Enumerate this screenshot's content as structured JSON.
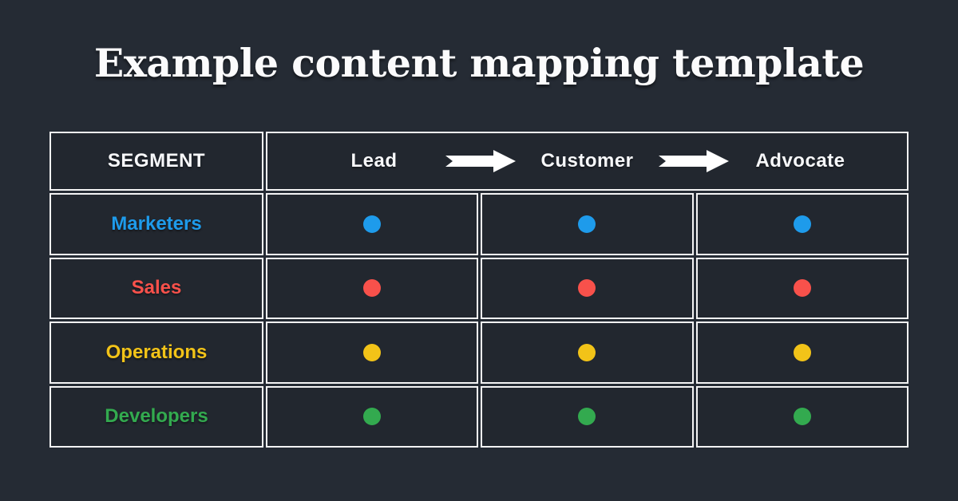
{
  "page": {
    "title": "Example content mapping template",
    "background_color": "#252B34",
    "cell_background_color": "#22272F",
    "table_border_color": "#F3F3F4",
    "title_color": "#FBFBFC"
  },
  "icons": {
    "stage_arrow": "arrow-right",
    "arrow_color": "#FFFFFF"
  },
  "table": {
    "segment_header": "SEGMENT",
    "stages": [
      {
        "label": "Lead"
      },
      {
        "label": "Customer"
      },
      {
        "label": "Advocate"
      }
    ],
    "rows": [
      {
        "segment": "Marketers",
        "color": "#1E9BEB",
        "dots": [
          true,
          true,
          true
        ]
      },
      {
        "segment": "Sales",
        "color": "#F8514B",
        "dots": [
          true,
          true,
          true
        ]
      },
      {
        "segment": "Operations",
        "color": "#F2C318",
        "dots": [
          true,
          true,
          true
        ]
      },
      {
        "segment": "Developers",
        "color": "#33AA4F",
        "dots": [
          true,
          true,
          true
        ]
      }
    ]
  }
}
